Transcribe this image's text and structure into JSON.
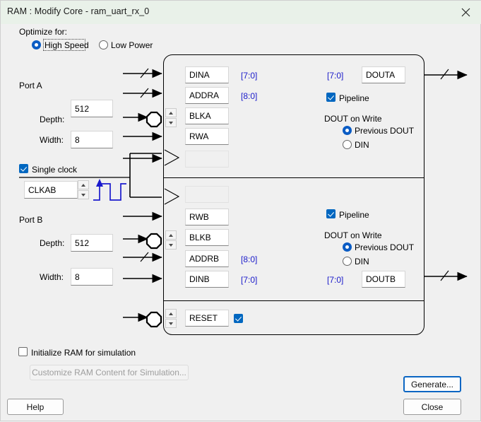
{
  "window": {
    "title": "RAM : Modify Core - ram_uart_rx_0",
    "close_icon": "close-icon"
  },
  "optimize": {
    "label": "Optimize for:",
    "options": [
      {
        "label": "High Speed",
        "selected": true
      },
      {
        "label": "Low Power",
        "selected": false
      }
    ]
  },
  "port_a": {
    "title": "Port A",
    "depth_label": "Depth:",
    "depth_value": "512",
    "width_label": "Width:",
    "width_value": "8",
    "signals": [
      {
        "name": "DINA",
        "bus": "[7:0]"
      },
      {
        "name": "ADDRA",
        "bus": "[8:0]"
      },
      {
        "name": "BLKA",
        "bus": ""
      },
      {
        "name": "RWA",
        "bus": ""
      },
      {
        "name": "",
        "bus": ""
      }
    ],
    "out_bus": "[7:0]",
    "out_name": "DOUTA",
    "pipeline": {
      "label": "Pipeline",
      "checked": true
    },
    "dout_on_write": {
      "label": "DOUT on Write",
      "options": [
        {
          "label": "Previous DOUT",
          "selected": true
        },
        {
          "label": "DIN",
          "selected": false
        }
      ]
    }
  },
  "clock": {
    "single_clock": {
      "label": "Single clock",
      "checked": true
    },
    "name": "CLKAB"
  },
  "port_b": {
    "title": "Port B",
    "depth_label": "Depth:",
    "depth_value": "512",
    "width_label": "Width:",
    "width_value": "8",
    "signals": [
      {
        "name": "",
        "bus": ""
      },
      {
        "name": "RWB",
        "bus": ""
      },
      {
        "name": "BLKB",
        "bus": ""
      },
      {
        "name": "ADDRB",
        "bus": "[8:0]"
      },
      {
        "name": "DINB",
        "bus": "[7:0]"
      }
    ],
    "out_bus": "[7:0]",
    "out_name": "DOUTB",
    "pipeline": {
      "label": "Pipeline",
      "checked": true
    },
    "dout_on_write": {
      "label": "DOUT on Write",
      "options": [
        {
          "label": "Previous DOUT",
          "selected": true
        },
        {
          "label": "DIN",
          "selected": false
        }
      ]
    }
  },
  "reset": {
    "name": "RESET",
    "enabled": true
  },
  "simulation": {
    "init_ram_label": "Initialize RAM for simulation",
    "init_ram_checked": false,
    "customize_button": "Customize RAM Content for Simulation..."
  },
  "buttons": {
    "generate": "Generate...",
    "help": "Help",
    "close": "Close"
  },
  "colors": {
    "titlebar": "#e9f1e9",
    "accent_blue": "#0067c0",
    "radio_blue": "#0b5cc4",
    "bus_label": "#1a1aca",
    "waveform": "#1a1acd",
    "background": "#f0f0f0"
  }
}
